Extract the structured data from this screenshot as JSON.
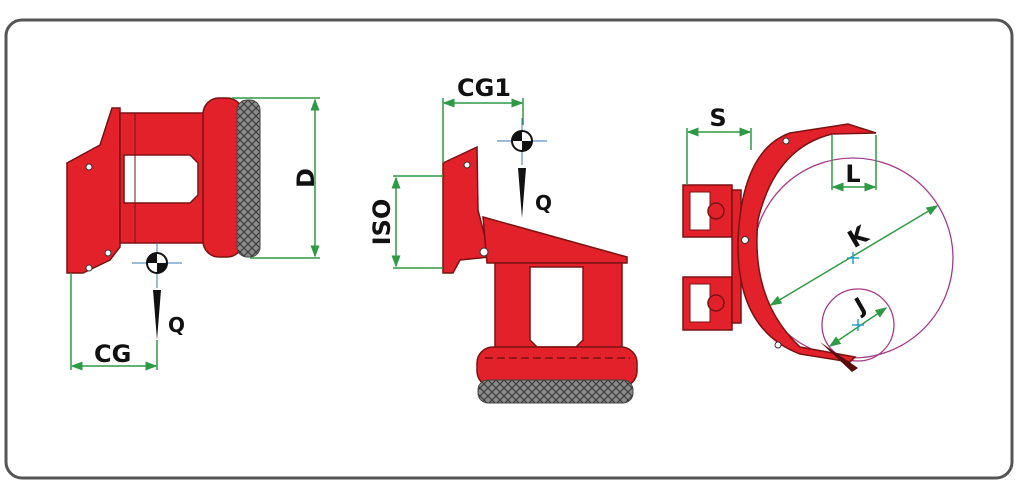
{
  "views": {
    "side": {
      "labels": {
        "height": "D",
        "center_of_gravity": "CG",
        "load": "Q"
      }
    },
    "front": {
      "labels": {
        "center_of_gravity": "CG1",
        "carriage": "ISO",
        "load": "Q"
      }
    },
    "top": {
      "labels": {
        "shift": "S",
        "tip": "L",
        "max_diameter": "K",
        "min_diameter": "J"
      }
    }
  },
  "colors": {
    "body": "#e3212b",
    "dimension": "#2f9a45",
    "roll": "#a43b86",
    "frame": "#555555"
  }
}
